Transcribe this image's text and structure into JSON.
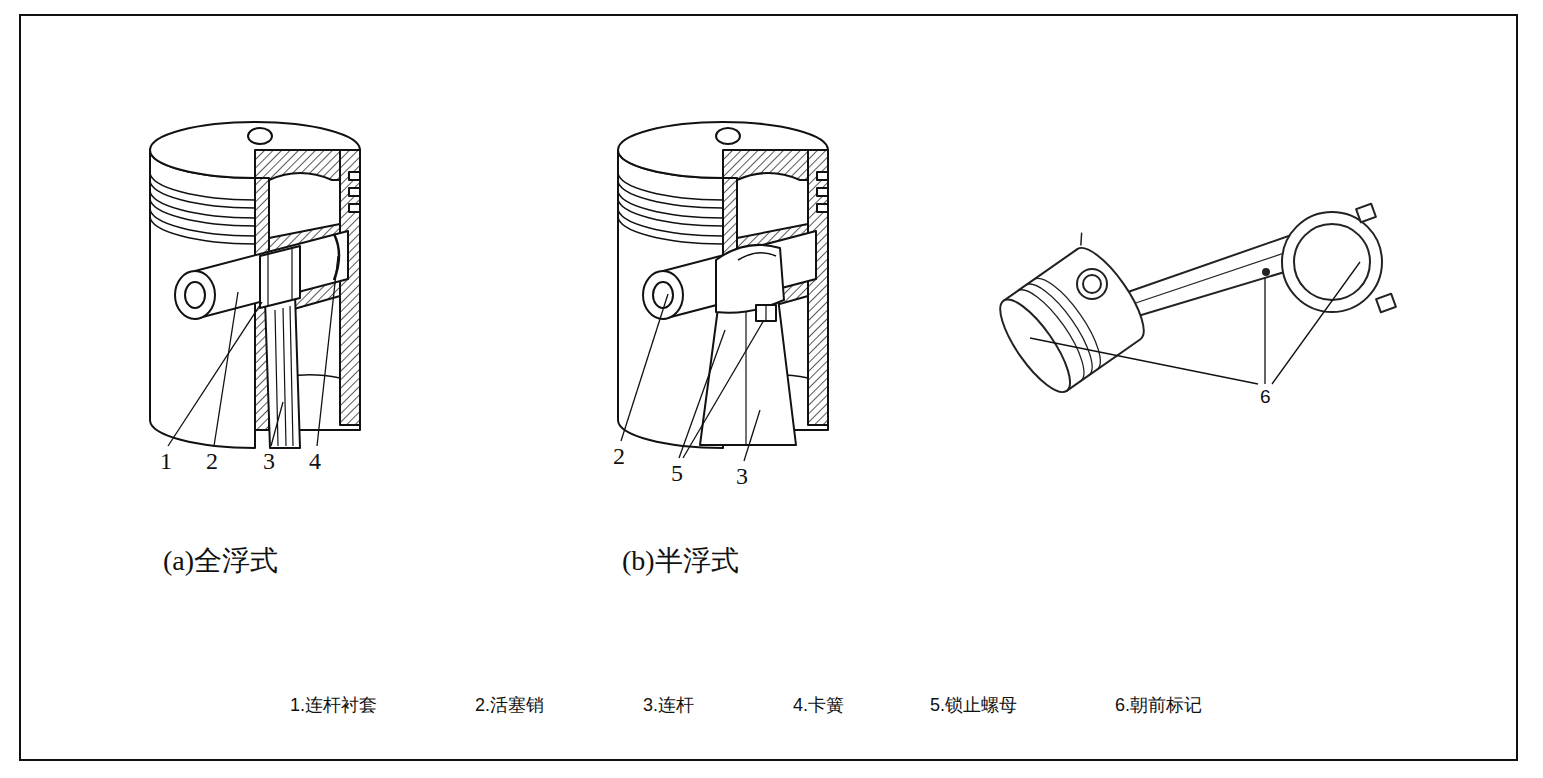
{
  "diagram": {
    "labels": [
      "1",
      "2",
      "3",
      "4",
      "(a)全浮式",
      "2",
      "5",
      "3",
      "(b)半浮式",
      "6",
      "1.连杆衬套",
      "2.活塞销",
      "3.连杆",
      "4.卡簧",
      "5.锁止螺母",
      "6.朝前标记"
    ]
  }
}
